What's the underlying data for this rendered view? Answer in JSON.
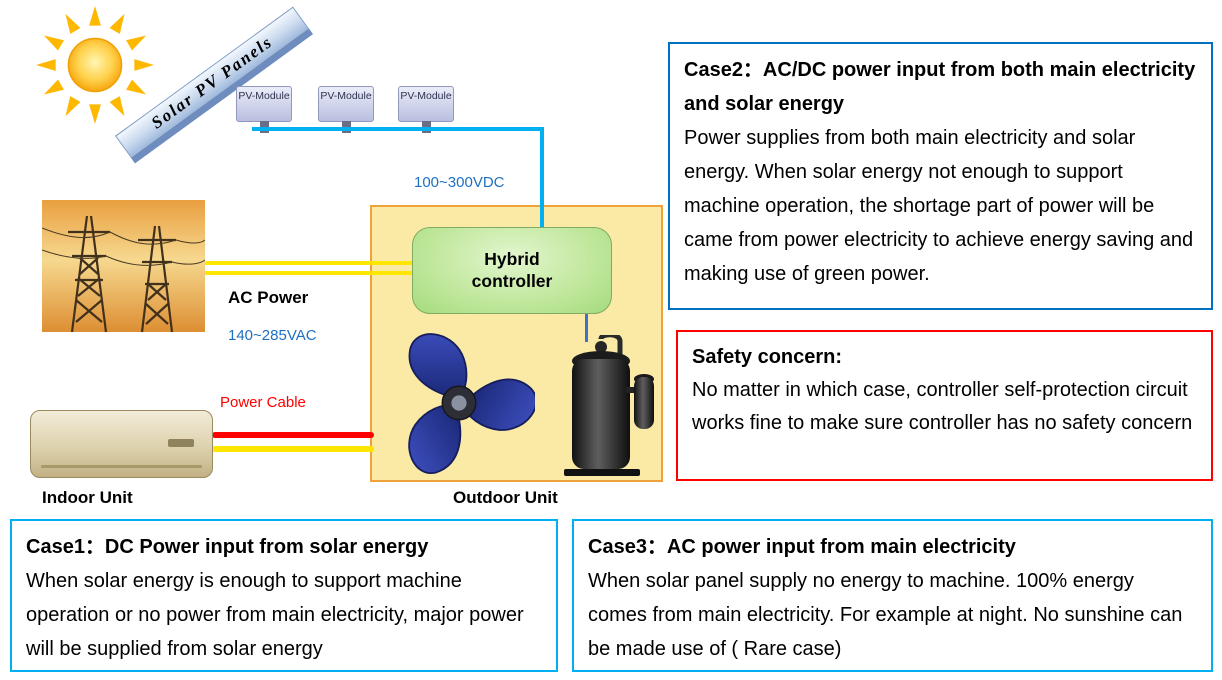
{
  "diagram": {
    "solar_panel_label": "Solar PV Panels",
    "pv_modules": [
      "PV-Module",
      "PV-Module",
      "PV-Module"
    ],
    "dc_voltage": "100~300VDC",
    "ac_power": "AC Power",
    "ac_voltage": "140~285VAC",
    "power_cable": "Power Cable",
    "hybrid_line1": "Hybrid",
    "hybrid_line2": "controller",
    "indoor_unit": "Indoor Unit",
    "outdoor_unit": "Outdoor Unit"
  },
  "case2": {
    "title": "Case2：AC/DC power input from both main electricity and solar energy",
    "body": "Power supplies from both main electricity and solar energy. When solar energy not enough to support machine operation, the shortage part of power will be came from power electricity to achieve energy saving and making use of green power."
  },
  "safety": {
    "title": "Safety concern:",
    "body": "No matter in which case, controller self-protection circuit works fine to make sure controller has no safety concern"
  },
  "case1": {
    "title": "Case1：DC Power input from solar energy",
    "body": "When solar energy is enough to support machine operation or no power from main electricity, major power will be supplied from solar energy"
  },
  "case3": {
    "title": "Case3：AC power input from main electricity",
    "body": "When solar panel supply no energy to machine. 100% energy comes from main electricity. For example at night. No sunshine can be made use of ( Rare case)"
  },
  "colors": {
    "dc_line": "#00B0F0",
    "ac_line": "#FFE600",
    "power_cable_red": "#FF0000",
    "case2_border": "#0070C0",
    "case_border_cyan": "#00B0F0",
    "safety_border": "#FF0000",
    "voltage_text": "#1F70C1",
    "outdoor_box_fill": "#FBE9A6",
    "outdoor_box_border": "#EFA23B",
    "controller_fill": "#BFE79B"
  }
}
